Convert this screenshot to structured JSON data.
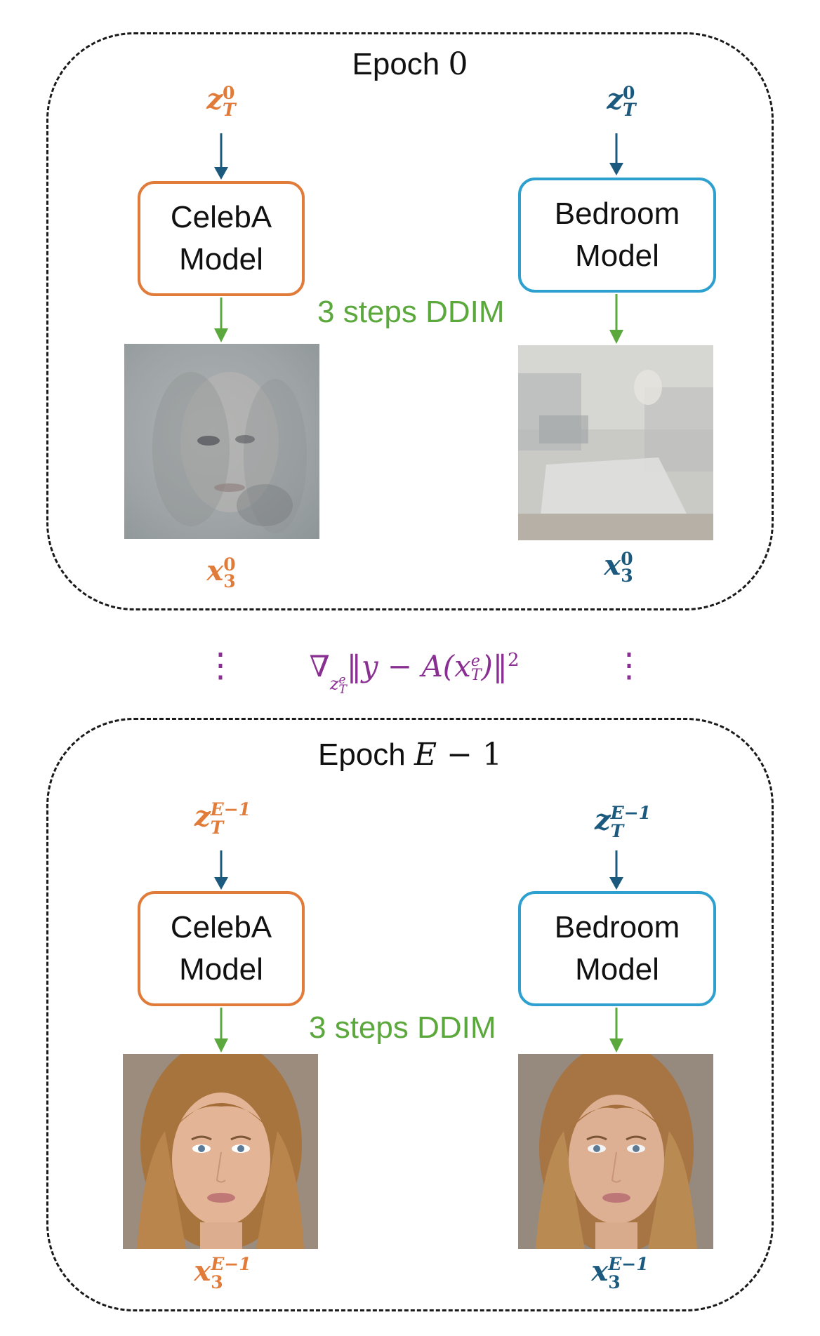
{
  "top_panel": {
    "epoch_word": "Epoch",
    "epoch_num": "0",
    "celeba_model": "CelebA Model",
    "bedroom_model": "Bedroom Model",
    "steps_label": "3 steps DDIM",
    "z_left_base": "z",
    "z_left_sup": "0",
    "z_left_sub": "T",
    "z_right_base": "z",
    "z_right_sup": "0",
    "z_right_sub": "T",
    "x_left_base": "x",
    "x_left_sup": "0",
    "x_left_sub": "3",
    "x_right_base": "x",
    "x_right_sup": "0",
    "x_right_sub": "3"
  },
  "bottom_panel": {
    "epoch_word": "Epoch",
    "epoch_e": "E",
    "epoch_rest": " − 1",
    "celeba_model": "CelebA Model",
    "bedroom_model": "Bedroom Model",
    "steps_label": "3 steps DDIM",
    "z_left_base": "z",
    "z_left_sup": "E−1",
    "z_left_sub": "T",
    "z_right_base": "z",
    "z_right_sup": "E−1",
    "z_right_sub": "T",
    "x_left_base": "x",
    "x_left_sup": "E−1",
    "x_left_sub": "3",
    "x_right_base": "x",
    "x_right_sup": "E−1",
    "x_right_sub": "3"
  },
  "formula": {
    "nabla": "∇",
    "grad_var": "z",
    "grad_var_sup": "e",
    "grad_var_sub": "T",
    "body": "‖y − A(x",
    "x_sup": "e",
    "x_sub": "T",
    "tail": ")‖",
    "power": "2"
  },
  "vdots": "⋮",
  "colors": {
    "celeba": "#e07b39",
    "bedroom_border": "#2ea0cf",
    "bedroom_text": "#1b5a7e",
    "steps": "#5ba83c",
    "formula": "#8a2f92"
  }
}
